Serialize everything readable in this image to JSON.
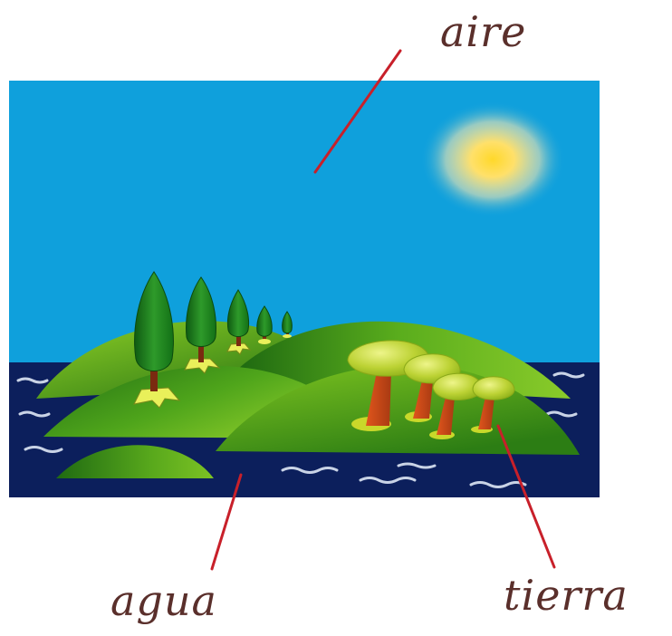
{
  "labels": {
    "air": "aire",
    "water": "agua",
    "land": "tierra"
  },
  "colors": {
    "sky": "#0fa0dc",
    "sea": "#0c1f5c",
    "hill_light": "#7dc41b",
    "hill_dark": "#1e6b12",
    "sun": "#ffd23a",
    "pointer": "#c8202a",
    "label_text": "#5a2f2b",
    "trunk": "#c2471a"
  }
}
